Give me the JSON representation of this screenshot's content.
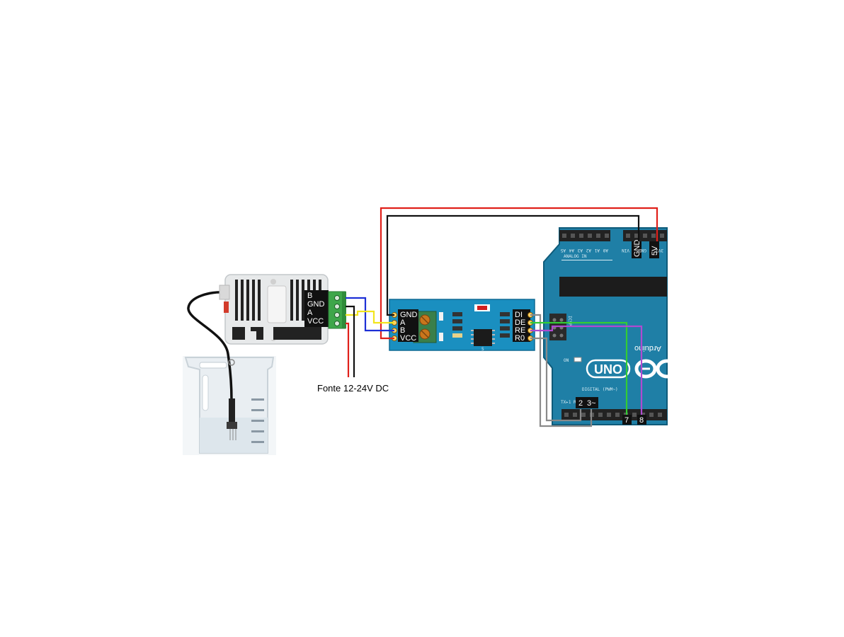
{
  "sensor": {
    "terminal_labels": [
      "B",
      "GND",
      "A",
      "VCC"
    ]
  },
  "power": {
    "caption": "Fonte 12-24V DC"
  },
  "rs485_module": {
    "left_pins": [
      "GND",
      "A",
      "B",
      "VCC"
    ],
    "right_pins": [
      "DI",
      "DE",
      "RE",
      "R0"
    ],
    "chip_text": "S"
  },
  "arduino": {
    "board_text": "UNO",
    "brand_text": "Arduino",
    "on_label": "ON",
    "analog_label": "ANALOG IN",
    "analog_pins": [
      "A5",
      "A4",
      "A3",
      "A2",
      "A1",
      "A0"
    ],
    "power_pins": [
      "VIN",
      "GND",
      "GND",
      "5V",
      "3V3"
    ],
    "digital_label": "DIGITAL (PWM~)",
    "digital_tx_rx": "TX▸1 RX◀0",
    "power_header_labels": [
      "GND",
      "5V"
    ],
    "digital_header_labels": [
      "2",
      "3~"
    ],
    "bottom_labels": [
      "7",
      "8"
    ],
    "icsp_label": "ICSP"
  },
  "wire_colors": {
    "red": "#e0201a",
    "black": "#111111",
    "blue": "#1d2fd6",
    "yellow": "#f2e51e",
    "green": "#33cc33",
    "purple": "#b04ad0",
    "gray": "#8a8a8a",
    "board_teal": "#1f7fa6",
    "module_blue": "#1a8fc0"
  }
}
